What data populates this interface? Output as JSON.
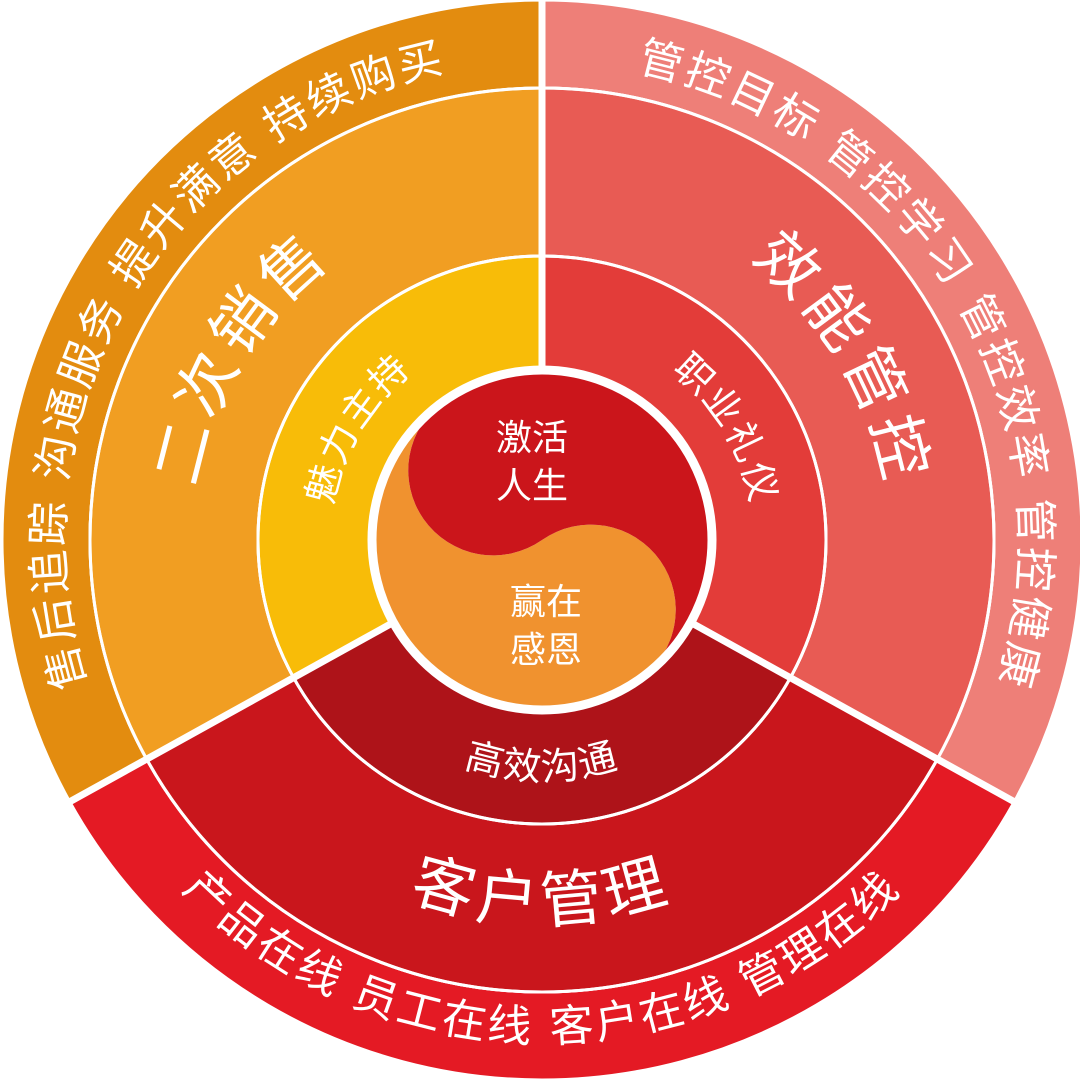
{
  "center": {
    "top_lines": [
      "激活",
      "人生"
    ],
    "bottom_lines": [
      "赢在",
      "感恩"
    ]
  },
  "sectors": [
    {
      "id": "sales",
      "name": "二次销售",
      "inner": "魅力主持",
      "outer": "售后追踪 沟通服务 提升满意 持续购买",
      "colors": {
        "outer": "#E38C0F",
        "middle": "#F19E22",
        "inner": "#F8BC08"
      }
    },
    {
      "id": "efficiency",
      "name": "效能管控",
      "inner": "职业礼仪",
      "outer": "管控目标 管控学习 管控效率 管控健康",
      "colors": {
        "outer": "#EE7F78",
        "middle": "#E85B54",
        "inner": "#E33C39"
      }
    },
    {
      "id": "customer",
      "name": "客户管理",
      "inner": "高效沟通",
      "outer": "产品在线 员工在线 客户在线 管理在线",
      "colors": {
        "outer": "#E41A24",
        "middle": "#C9161C",
        "inner": "#AE1319"
      }
    }
  ],
  "yin_yang_colors": {
    "light": "#F0922F",
    "dark": "#CB151B"
  }
}
